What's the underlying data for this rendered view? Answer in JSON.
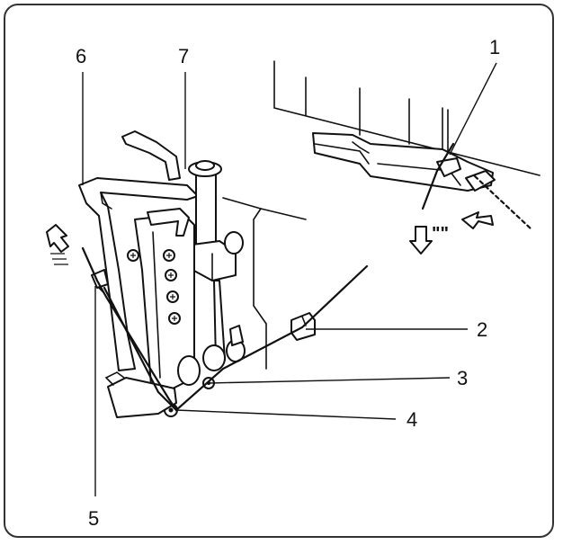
{
  "figure": {
    "callouts": [
      {
        "id": "1",
        "label": "1"
      },
      {
        "id": "2",
        "label": "2"
      },
      {
        "id": "3",
        "label": "3"
      },
      {
        "id": "4",
        "label": "4"
      },
      {
        "id": "5",
        "label": "5"
      },
      {
        "id": "6",
        "label": "6"
      },
      {
        "id": "7",
        "label": "7"
      }
    ],
    "arrow_marks": [
      "\"\"",
      "\"\"",
      "\"\"\""
    ]
  }
}
